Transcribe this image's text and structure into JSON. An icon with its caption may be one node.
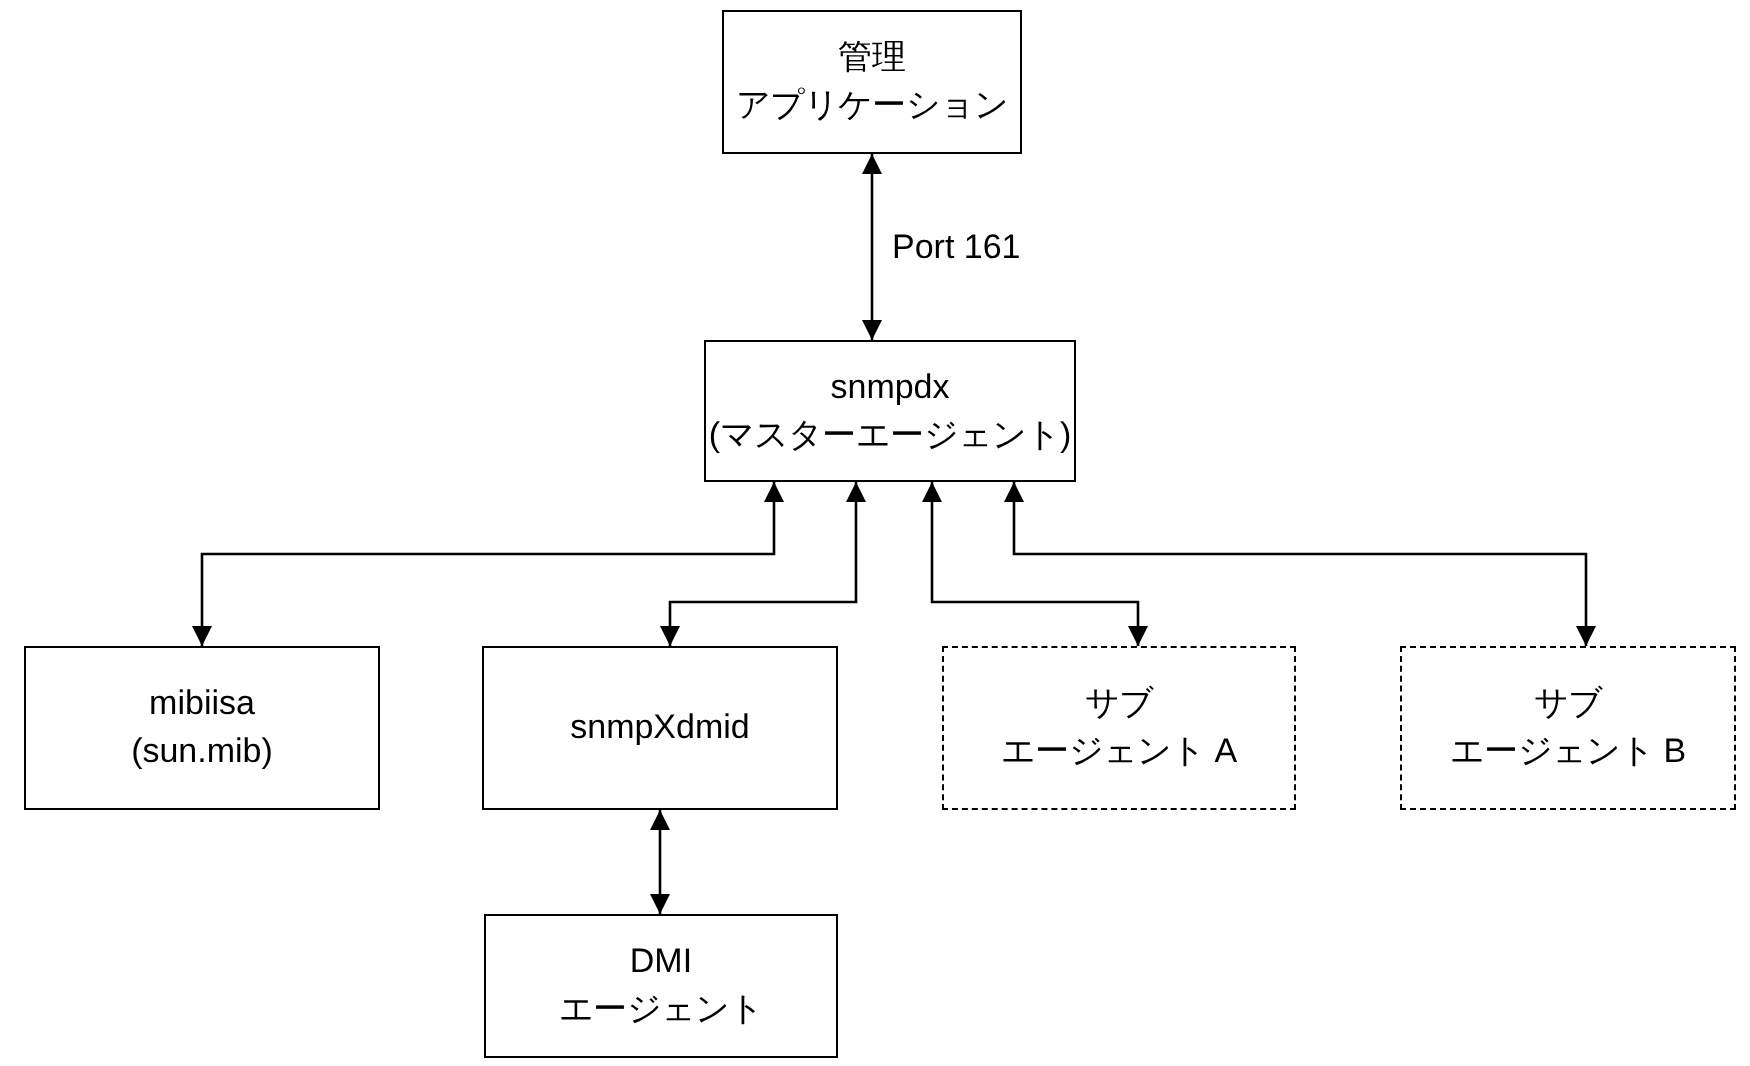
{
  "diagram": {
    "nodes": [
      {
        "text": [
          "管理",
          "アプリケーション"
        ]
      },
      {
        "text": [
          "snmpdx",
          "(マスターエージェント)"
        ]
      },
      {
        "text": [
          "mibiisa",
          "(sun.mib)"
        ]
      },
      {
        "text": [
          "snmpXdmid"
        ]
      },
      {
        "text": [
          "サブ",
          "エージェント A"
        ]
      },
      {
        "text": [
          "サブ",
          "エージェント B"
        ]
      },
      {
        "text": [
          "DMI",
          "エージェント"
        ]
      }
    ],
    "edges": [
      {
        "from": 0,
        "to": 1,
        "arrow": "both",
        "label": "Port 161"
      },
      {
        "from": 1,
        "to": 2,
        "arrow": "both"
      },
      {
        "from": 1,
        "to": 3,
        "arrow": "both"
      },
      {
        "from": 1,
        "to": 4,
        "arrow": "both"
      },
      {
        "from": 1,
        "to": 5,
        "arrow": "both"
      },
      {
        "from": 3,
        "to": 6,
        "arrow": "both"
      }
    ]
  }
}
